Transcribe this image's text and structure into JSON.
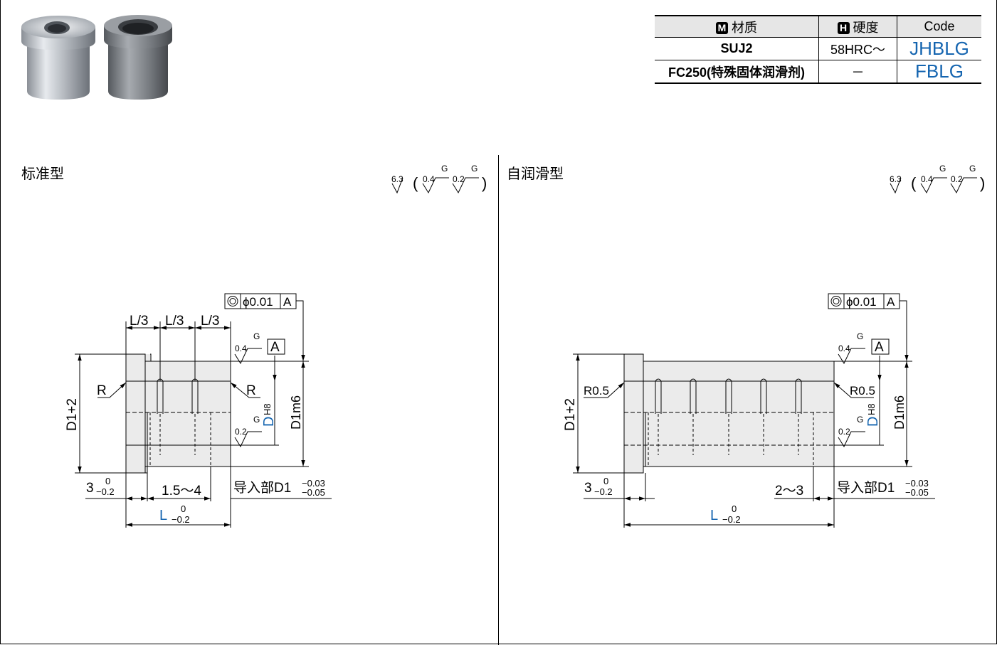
{
  "spec_table": {
    "headers": {
      "material_tag": "M",
      "material": "材质",
      "hardness_tag": "H",
      "hardness": "硬度",
      "code": "Code"
    },
    "rows": [
      {
        "material": "SUJ2",
        "hardness": "58HRC～",
        "code": "JHBLG"
      },
      {
        "material": "FC250(特殊固体润滑剂)",
        "hardness": "－",
        "code": "FBLG"
      }
    ]
  },
  "sections": {
    "left_title": "标准型",
    "right_title": "自润滑型"
  },
  "roughness": {
    "r1": "6.3",
    "r2": "0.4",
    "r3": "0.2",
    "g": "G",
    "paren_open": "(",
    "paren_close": ")"
  },
  "labels": {
    "concentricity": "ϕ0.01",
    "datum": "A",
    "l3": "L/3",
    "r": "R",
    "r05": "R0.5",
    "d1_plus2": "D1+2",
    "d_main": "D",
    "d_tol": "H8",
    "d1m6": "D1m6",
    "rough04": "0.4",
    "rough02": "0.2",
    "g": "G",
    "flange": "3",
    "tol_zero": "0",
    "tol_neg02": "−0.2",
    "range_left": "1.5～4",
    "range_right": "2～3",
    "lead_in": "导入部D1",
    "lead_tol_up": "−0.03",
    "lead_tol_low": "−0.05",
    "l_main": "L"
  },
  "colors": {
    "accent": "#1565b0",
    "part_fill": "#ebebeb",
    "header_fill": "#e6e6e6"
  }
}
